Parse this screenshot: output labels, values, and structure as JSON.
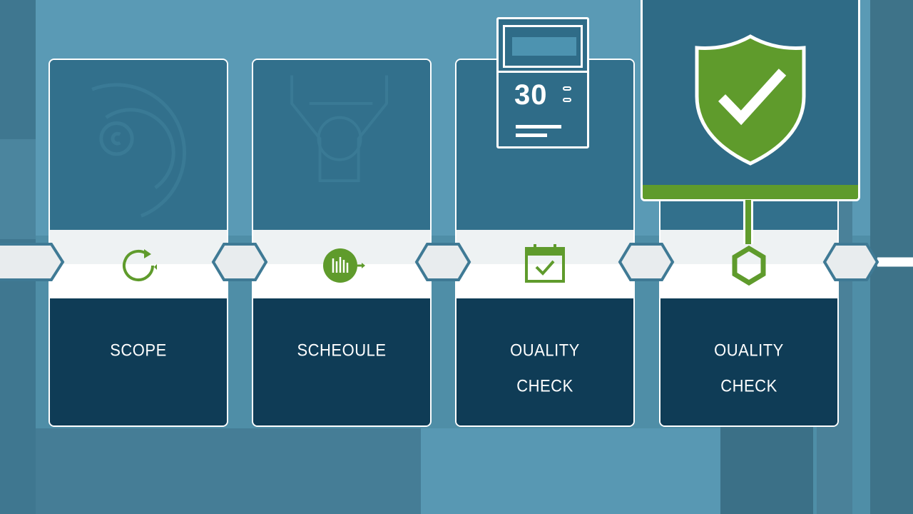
{
  "steps": [
    {
      "label_line1": "SCOPE",
      "label_line2": "",
      "icon": "cycle-icon"
    },
    {
      "label_line1": "SCHEOULE",
      "label_line2": "",
      "icon": "bars-circle-icon"
    },
    {
      "label_line1": "OUALITY",
      "label_line2": "CHECK",
      "icon": "calendar-check-icon"
    },
    {
      "label_line1": "OUALITY",
      "label_line2": "CHECK",
      "icon": "hex-ring-icon"
    }
  ],
  "badge": {
    "number": "30",
    "icon": "device-card-icon"
  },
  "shield": {
    "icon": "shield-check-icon"
  },
  "colors": {
    "background": "#4f8ea7",
    "card_top": "#32708c",
    "card_bottom": "#0f3c56",
    "accent_green": "#5f9b2c",
    "white": "#ffffff"
  }
}
